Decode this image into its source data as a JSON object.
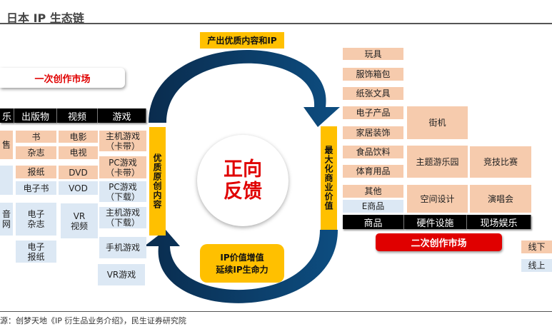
{
  "title": "日本 IP 生态链",
  "primary_market": "一次创作市场",
  "secondary_market": "二次创作市场",
  "cycle": {
    "top": "产出优质内容和IP",
    "left": "优质原创内容",
    "right": "最大化商业价值",
    "bottom_line1": "IP价值增值",
    "bottom_line2": "延续IP生命力",
    "center_line1": "正向",
    "center_line2": "反馈"
  },
  "left_headers": [
    "乐",
    "出版物",
    "视频",
    "游戏"
  ],
  "left_cells": [
    {
      "text": "售",
      "type": "offline"
    },
    {
      "text": "",
      "type": "online"
    },
    {
      "text": "音\n网",
      "type": "online"
    },
    {
      "text": "书",
      "type": "offline"
    },
    {
      "text": "杂志",
      "type": "offline"
    },
    {
      "text": "报纸",
      "type": "offline"
    },
    {
      "text": "电子书",
      "type": "online"
    },
    {
      "text": "电子\n杂志",
      "type": "online"
    },
    {
      "text": "电子\n报纸",
      "type": "online"
    },
    {
      "text": "电影",
      "type": "offline"
    },
    {
      "text": "电视",
      "type": "offline"
    },
    {
      "text": "DVD",
      "type": "offline"
    },
    {
      "text": "VOD",
      "type": "online"
    },
    {
      "text": "VR\n视频",
      "type": "online"
    },
    {
      "text": "主机游戏\n（卡带）",
      "type": "offline"
    },
    {
      "text": "PC游戏\n（卡带）",
      "type": "offline"
    },
    {
      "text": "PC游戏\n（下载）",
      "type": "online"
    },
    {
      "text": "主机游戏\n（下载）",
      "type": "online"
    },
    {
      "text": "手机游戏",
      "type": "online"
    },
    {
      "text": "VR游戏",
      "type": "online"
    }
  ],
  "right_headers": [
    "商品",
    "硬件设施",
    "现场娱乐"
  ],
  "right_cells": [
    {
      "text": "玩具",
      "type": "offline"
    },
    {
      "text": "服饰箱包",
      "type": "offline"
    },
    {
      "text": "纸张文具",
      "type": "offline"
    },
    {
      "text": "电子产品",
      "type": "offline"
    },
    {
      "text": "家居装饰",
      "type": "offline"
    },
    {
      "text": "食品饮料",
      "type": "offline"
    },
    {
      "text": "体育用品",
      "type": "offline"
    },
    {
      "text": "其他",
      "type": "offline"
    },
    {
      "text": "E商品",
      "type": "online"
    },
    {
      "text": "街机",
      "type": "offline"
    },
    {
      "text": "主题游乐园",
      "type": "offline"
    },
    {
      "text": "空间设计",
      "type": "offline"
    },
    {
      "text": "竞技比赛",
      "type": "offline"
    },
    {
      "text": "演唱会",
      "type": "offline"
    }
  ],
  "legend": {
    "offline": "线下",
    "online": "线上"
  },
  "source": "源：创梦天地《IP 衍生品业务介绍》，民生证券研究院",
  "colors": {
    "offline": "#f6cbad",
    "online": "#dce8f4",
    "accent_red": "#e00000",
    "arrow": "#0b4474",
    "yellow": "#ffc000"
  }
}
